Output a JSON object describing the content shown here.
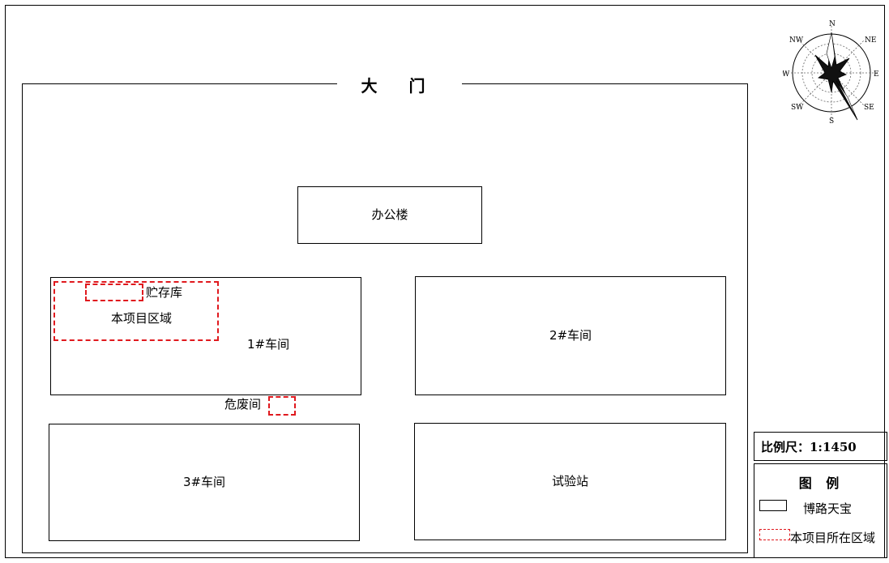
{
  "gate": {
    "label": "大 门"
  },
  "buildings": {
    "office": "办公楼",
    "workshop1": "1#车间",
    "workshop2": "2#车间",
    "workshop3": "3#车间",
    "test_station": "试验站"
  },
  "project_area": {
    "storage_label": "贮存库",
    "area_label": "本项目区域"
  },
  "hazard_room": {
    "label": "危废间"
  },
  "scale": {
    "label": "比例尺：1:1450"
  },
  "legend": {
    "title": "图 例",
    "items": [
      {
        "label": "博路天宝",
        "style": "solid"
      },
      {
        "label": "本项目所在区域",
        "style": "dashed-red"
      }
    ]
  },
  "compass": {
    "directions": {
      "n": "N",
      "ne": "NE",
      "e": "E",
      "se": "SE",
      "s": "S",
      "sw": "SW",
      "w": "W",
      "nw": "NW"
    }
  },
  "colors": {
    "project_outline": "#e0191e",
    "outline": "#000000"
  }
}
